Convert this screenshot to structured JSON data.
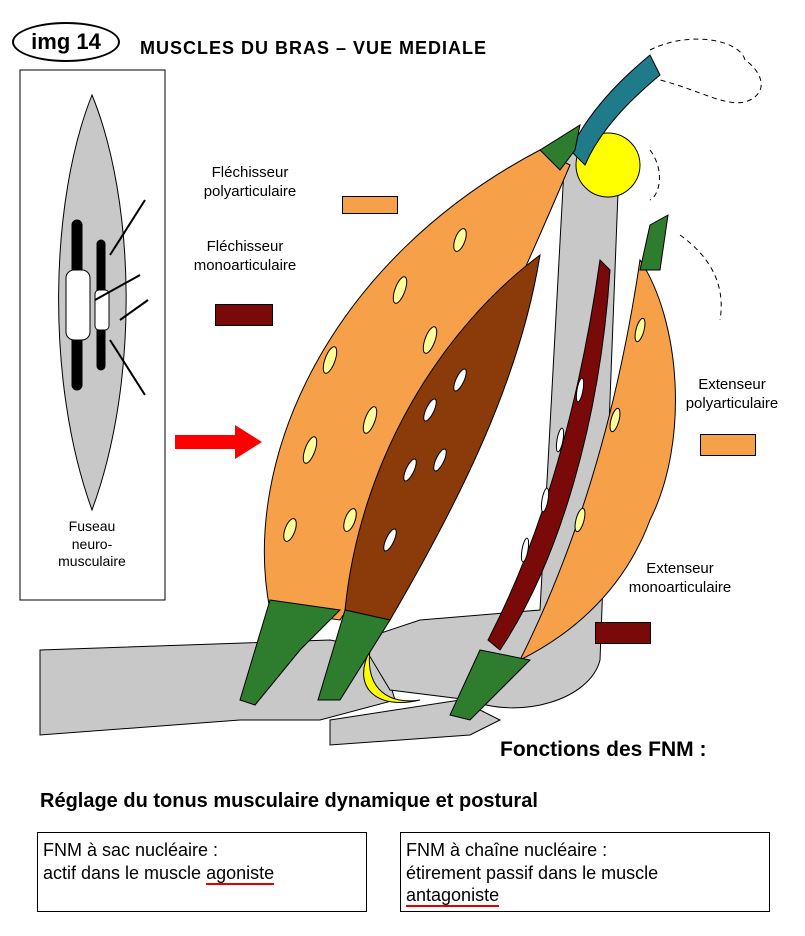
{
  "header": {
    "badge": "img 14",
    "title": "MUSCLES DU BRAS  –  VUE MEDIALE"
  },
  "inset": {
    "label_lines": [
      "Fuseau",
      "neuro-",
      "musculaire"
    ]
  },
  "legend": [
    {
      "lines": [
        "Fléchisseur",
        "polyarticulaire"
      ],
      "color": "#f7a04a"
    },
    {
      "lines": [
        "Fléchisseur",
        "monoarticulaire"
      ],
      "color": "#7a0a0a"
    },
    {
      "lines": [
        "Extenseur",
        "polyarticulaire"
      ],
      "color": "#f7a04a"
    },
    {
      "lines": [
        "Extenseur",
        "monoarticulaire"
      ],
      "color": "#7a0a0a"
    }
  ],
  "colors": {
    "muscle_orange": "#f7a04a",
    "muscle_brown": "#8b3a0a",
    "muscle_darkred": "#7a0a0a",
    "bone": "#c8c8c8",
    "tendon": "#2e7d2e",
    "teal": "#1f7a8a",
    "yellow": "#ffff00",
    "arrow": "#ff0000"
  },
  "footer": {
    "fonctions": "Fonctions des FNM :",
    "reglage": "Réglage du tonus musculaire dynamique et postural",
    "box_left": {
      "line1": "FNM à sac nucléaire :",
      "line2_prefix": "actif dans le muscle ",
      "line2_underlined": "agoniste"
    },
    "box_right": {
      "line1": "FNM à chaîne nucléaire :",
      "line2": "étirement passif dans le muscle",
      "line3_underlined": "antagoniste"
    }
  }
}
